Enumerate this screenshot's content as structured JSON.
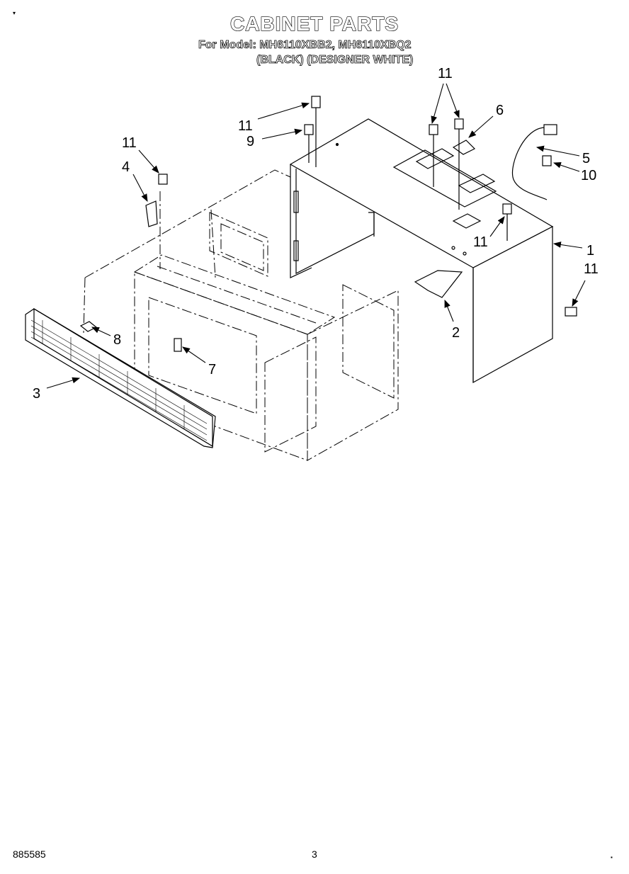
{
  "header": {
    "title": "CABINET PARTS",
    "model_line": "For Model: MH6110XBB2, MH6110XBQ2",
    "color_line": "(BLACK) (DESIGNER WHITE)"
  },
  "callouts": {
    "c1": "1",
    "c2": "2",
    "c3": "3",
    "c4": "4",
    "c5": "5",
    "c6": "6",
    "c7": "7",
    "c8": "8",
    "c9": "9",
    "c10": "10",
    "c11": "11"
  },
  "footer": {
    "doc_number": "885585",
    "page_number": "3"
  }
}
